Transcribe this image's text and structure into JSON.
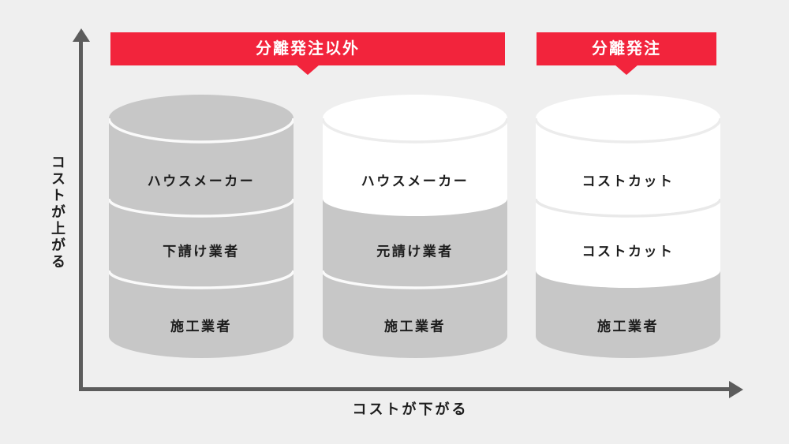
{
  "palette": {
    "background": "#efefef",
    "accent_red": "#f2243c",
    "segment_gray": "#c7c7c7",
    "segment_white": "#ffffff",
    "divider_on_gray": "#fafafa",
    "divider_on_white": "#e9e9e9",
    "axis_gray": "#5c5c5c",
    "text_dark": "#1d1d1d",
    "banner_text": "#ffffff"
  },
  "axes": {
    "y_label": "コストが上がる",
    "x_label": "コストが下がる"
  },
  "banners": [
    {
      "label": "分離発注以外",
      "color": "#f2243c"
    },
    {
      "label": "分離発注",
      "color": "#f2243c"
    }
  ],
  "cylinders": [
    {
      "cap_color": "#c7c7c7",
      "cap_stroke": "#fafafa",
      "divider1": "#fafafa",
      "divider2": "#fafafa",
      "segments": [
        {
          "label": "ハウスメーカー",
          "color": "#c7c7c7"
        },
        {
          "label": "下請け業者",
          "color": "#c7c7c7"
        },
        {
          "label": "施工業者",
          "color": "#c7c7c7"
        }
      ]
    },
    {
      "cap_color": "#ffffff",
      "cap_stroke": "#ececec",
      "divider1": "transparent",
      "divider2": "#fafafa",
      "segments": [
        {
          "label": "ハウスメーカー",
          "color": "#ffffff"
        },
        {
          "label": "元請け業者",
          "color": "#c7c7c7"
        },
        {
          "label": "施工業者",
          "color": "#c7c7c7"
        }
      ]
    },
    {
      "cap_color": "#ffffff",
      "cap_stroke": "#ececec",
      "divider1": "#e9e9e9",
      "divider2": "transparent",
      "segments": [
        {
          "label": "コストカット",
          "color": "#ffffff"
        },
        {
          "label": "コストカット",
          "color": "#ffffff"
        },
        {
          "label": "施工業者",
          "color": "#c7c7c7"
        }
      ]
    }
  ]
}
